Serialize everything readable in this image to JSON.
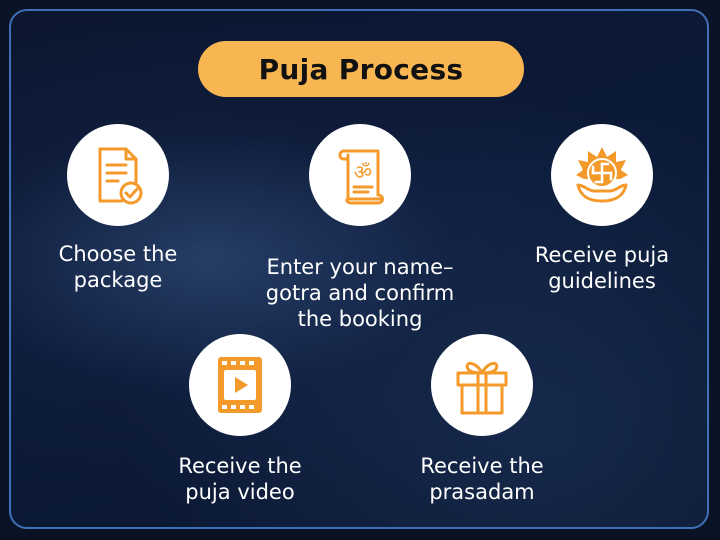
{
  "title": "Puja Process",
  "colors": {
    "accent": "#f8b653",
    "icon": "#f39a2b",
    "border": "#3f6fb6",
    "background": "#0b1a38"
  },
  "steps": [
    {
      "label": "Choose the\npackage",
      "icon": "document-check-icon"
    },
    {
      "label": "Enter your name–\ngotra and confirm\nthe booking",
      "icon": "om-scroll-icon"
    },
    {
      "label": "Receive puja\nguidelines",
      "icon": "swastik-lotus-icon"
    },
    {
      "label": "Receive the\npuja video",
      "icon": "video-film-icon"
    },
    {
      "label": "Receive the\nprasadam",
      "icon": "gift-box-icon"
    }
  ]
}
